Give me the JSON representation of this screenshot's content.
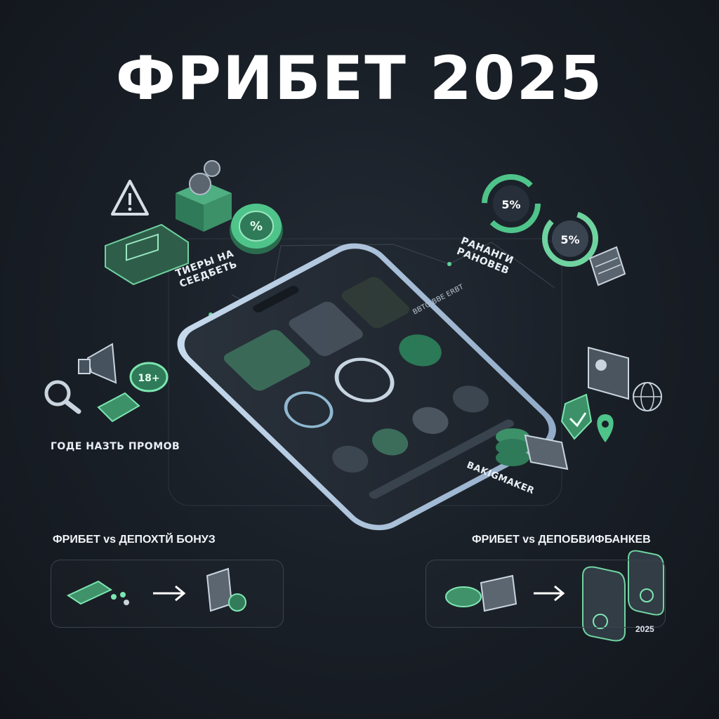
{
  "title": "ФРИБЕТ 2025",
  "labels": {
    "top_left": "ТИЕРЫ НА СЕЕДБЕТЬ",
    "top_right": "РАНАНГИ РАНОВЕВ",
    "mid_left": "ГОДЕ НАЗТЬ ПРОМОВ",
    "mid_right": "BAKIGMAKER"
  },
  "phone": {
    "header_text": "BBTO BBE ERBT"
  },
  "badges": {
    "age": "18+",
    "percent": "%",
    "rate_top": "5%",
    "rate_bottom": "5%"
  },
  "comparisons": {
    "left": {
      "title": "ФРИБЕТ vs ДЕПОХТЙ БОНУЗ"
    },
    "right": {
      "title": "ФРИБЕТ vs ДЕПОБВИФБАНКЕВ",
      "year": "2025"
    }
  },
  "colors": {
    "accent": "#5fd39a",
    "accent_dark": "#2e7a58",
    "phone_frame": "#a9c3df",
    "background": "#1a2028"
  }
}
